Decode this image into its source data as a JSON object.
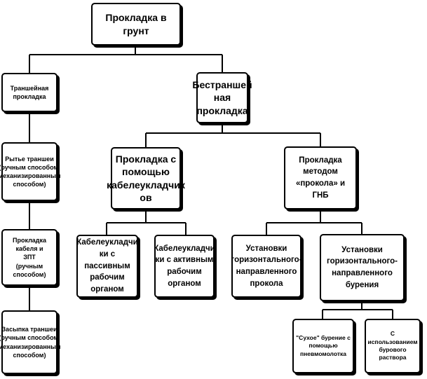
{
  "diagram": {
    "nodes": {
      "root": "Прокладка в грунт",
      "trench": "Траншейная\nпрокладка",
      "trenchless": "Бестраншей\nная\nпрокладка",
      "digging": "Рытье траншеи\n(ручным способом,\nмеханизированным\nспособом)",
      "laying": "Прокладка кабеля и\nЗПТ\n(ручным способом)",
      "backfill": "Засыпка траншеи\n(ручным способом,\nмеханизированным\nспособом)",
      "cable_layer": "Прокладка с\nпомощью\nкабелеукладчик\nов",
      "puncture": "Прокладка\nметодом\n«прокола» и\nГНБ",
      "passive": "Кабелеукладчи\nки с пассивным\nрабочим\nорганом",
      "active": "Кабелеукладчи\nки с активным\nрабочим\nорганом",
      "hd_puncture": "Установки\nгоризонтального-\nнаправленного\nпрокола",
      "hd_drilling": "Установки\nгоризонтального-\nнаправленного\nбурения",
      "dry": "\"Сухое\" бурение с\nпомощью\nпневмомолотка",
      "mud": "С использованием\nбурового раствора"
    }
  }
}
